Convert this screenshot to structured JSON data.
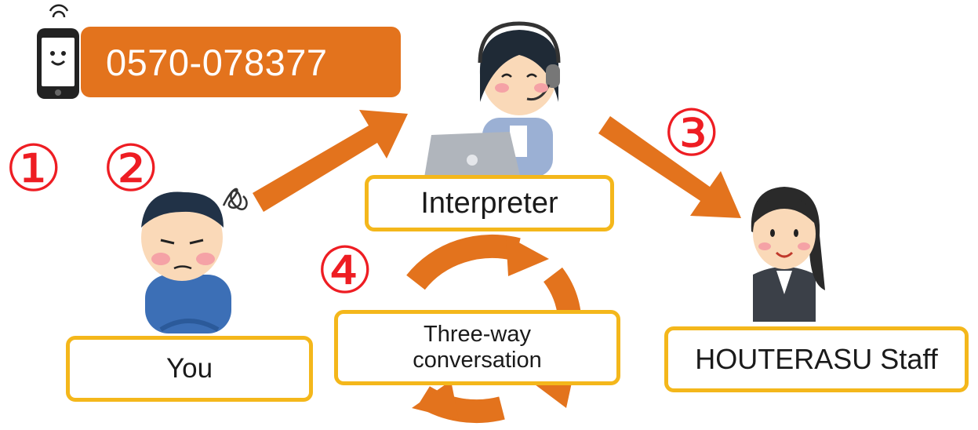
{
  "phone": {
    "number": "0570-078377"
  },
  "steps": [
    "①",
    "②",
    "③",
    "④"
  ],
  "labels": {
    "you": "You",
    "interpreter": "Interpreter",
    "staff": "HOUTERASU Staff",
    "conversation_line1": "Three-way",
    "conversation_line2": "conversation"
  },
  "colors": {
    "arrow": "#e3731d",
    "banner": "#e3731d",
    "step_number": "#ee1d23",
    "label_border": "#f4b71b"
  },
  "icons": [
    "smartphone-icon",
    "person-you-icon",
    "interpreter-icon",
    "staff-icon",
    "cycle-arrows-icon",
    "confused-scribble-icon"
  ]
}
